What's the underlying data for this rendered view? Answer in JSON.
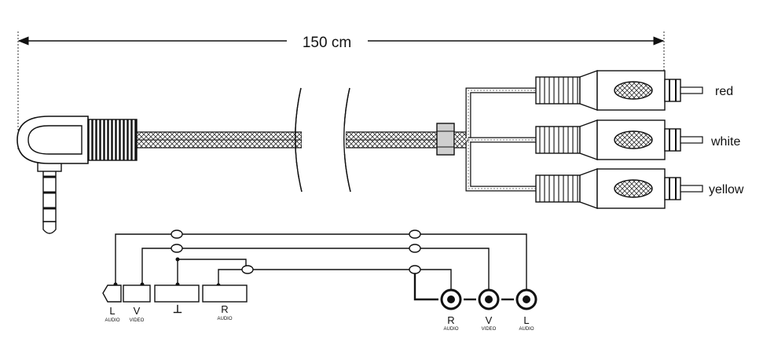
{
  "dimension": {
    "length_label": "150 cm"
  },
  "plugs": {
    "red": "red",
    "white": "white",
    "yellow": "yellow"
  },
  "jack_contacts": [
    {
      "letter": "L",
      "sub": "AUDIO"
    },
    {
      "letter": "V",
      "sub": "VIDEO"
    },
    {
      "letter": "⊥",
      "sub": ""
    },
    {
      "letter": "R",
      "sub": "AUDIO"
    }
  ],
  "rca_sockets": [
    {
      "letter": "R",
      "sub": "AUDIO"
    },
    {
      "letter": "V",
      "sub": "VIDEO"
    },
    {
      "letter": "L",
      "sub": "AUDIO"
    }
  ],
  "colors": {
    "line": "#111111",
    "fill": "#ffffff",
    "shade": "#cccccc"
  }
}
